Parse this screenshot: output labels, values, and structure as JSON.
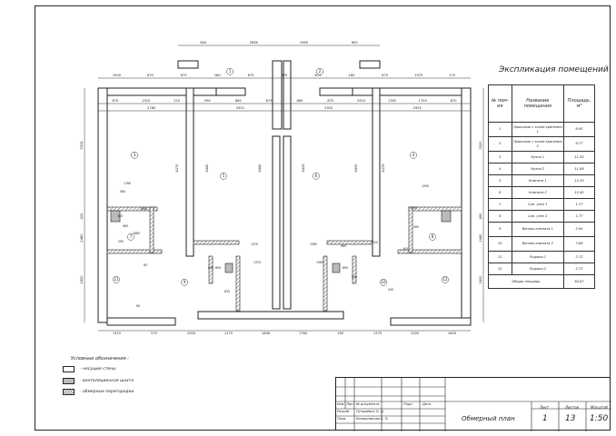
{
  "explication": {
    "title": "Экспликация помещений",
    "headers": {
      "num": "№ пом-ия",
      "name": "Название помещения",
      "area": "Площадь, м²"
    },
    "rows": [
      {
        "num": "1",
        "name": "Прихожая с зоной хранения 1",
        "area": "6.95"
      },
      {
        "num": "2",
        "name": "Прихожая с зоной хранения 2",
        "area": "6.77"
      },
      {
        "num": "3",
        "name": "Кухня 1",
        "area": "11.55"
      },
      {
        "num": "4",
        "name": "Кухня 2",
        "area": "11.88"
      },
      {
        "num": "5",
        "name": "Комната 1",
        "area": "15.35"
      },
      {
        "num": "6",
        "name": "Комната 2",
        "area": "15.40"
      },
      {
        "num": "7",
        "name": "Сан. узел 1",
        "area": "1.77"
      },
      {
        "num": "8",
        "name": "Сан. узел 2",
        "area": "1.77"
      },
      {
        "num": "9",
        "name": "Ванная комната 1",
        "area": "2.94"
      },
      {
        "num": "10",
        "name": "Ванная комната 2",
        "area": "3.66"
      },
      {
        "num": "11",
        "name": "Лоджия 1",
        "area": "2.72"
      },
      {
        "num": "12",
        "name": "Лоджия 2",
        "area": "2.73"
      }
    ],
    "total_label": "Общая площадь",
    "total_value": "84.67"
  },
  "legend": {
    "title": "Условные обозначения :",
    "items": [
      {
        "label": "- несущие стены"
      },
      {
        "label": "- вентиляционная шахта"
      },
      {
        "label": "- обмерные перегородки"
      }
    ]
  },
  "plan": {
    "room_numbers": [
      "1",
      "2",
      "3",
      "4",
      "5",
      "6",
      "7",
      "8",
      "9",
      "10",
      "11",
      "12"
    ],
    "dims_top": [
      "600",
      "2836",
      "2655",
      "600"
    ],
    "dims_row2": [
      "1950",
      "670",
      "875",
      "180",
      "875",
      "875",
      "875",
      "180",
      "875",
      "1375",
      "170"
    ],
    "dims_row3": [
      "670",
      "1510",
      "220",
      "990",
      "865",
      "875",
      "865",
      "875",
      "2915",
      "1785",
      "1755",
      "670"
    ],
    "dims_row4": [
      "2780",
      "2925",
      "2925",
      "2925"
    ],
    "dims_bottom": [
      "1510",
      "570",
      "1000",
      "1275",
      "1848",
      "1760",
      "190",
      "1275",
      "1000",
      "1600"
    ],
    "dims_left": [
      "3515",
      "420",
      "1480",
      "1800"
    ],
    "dims_right": [
      "3520",
      "460",
      "1480",
      "1800"
    ],
    "room_heights": [
      "4270",
      "5440",
      "5440",
      "5435",
      "5430",
      "4275"
    ],
    "inner_dims": [
      "1760",
      "580",
      "1665",
      "385",
      "965",
      "1865",
      "295",
      "1370",
      "1365",
      "965",
      "1100",
      "565",
      "1220",
      "610",
      "630",
      "899",
      "1370",
      "1365",
      "899",
      "690",
      "835",
      "545",
      "85",
      "60",
      "1595"
    ]
  },
  "stamp": {
    "headers": [
      "Изм.",
      "Лист",
      "№ документа",
      "Подп.",
      "Дата"
    ],
    "roles": [
      {
        "role": "Разраб.",
        "name": "Пузырёвич О. Д."
      },
      {
        "role": "Пров.",
        "name": "Калашникова А. О."
      }
    ],
    "sheet_name": "Обмерный план",
    "cols": {
      "list": "Лист",
      "sheets": "Листов",
      "scale": "Масштаб"
    },
    "list_value": "1",
    "sheets_value": "13",
    "scale_value": "1:50"
  }
}
